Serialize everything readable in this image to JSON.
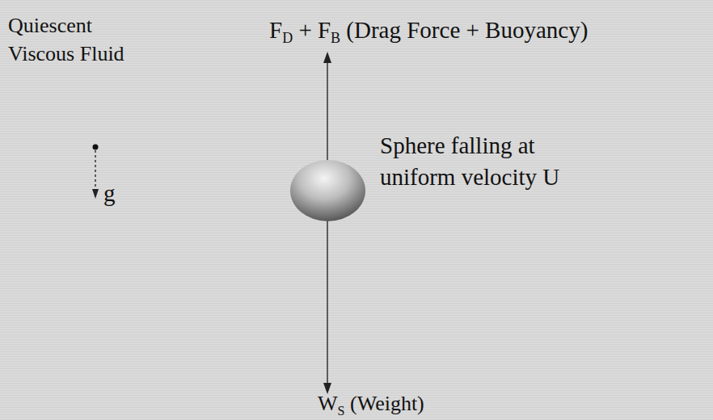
{
  "diagram": {
    "nodes": [
      {
        "text": [
          "Sphere falling at uniform velocity U"
        ]
      }
    ],
    "labels": [
      "Quiescent Viscous Fluid",
      "F",
      "D",
      "+ F",
      "B",
      "(Drag Force + Buoyancy)",
      "g",
      "W",
      "S",
      "(Weight)"
    ]
  }
}
